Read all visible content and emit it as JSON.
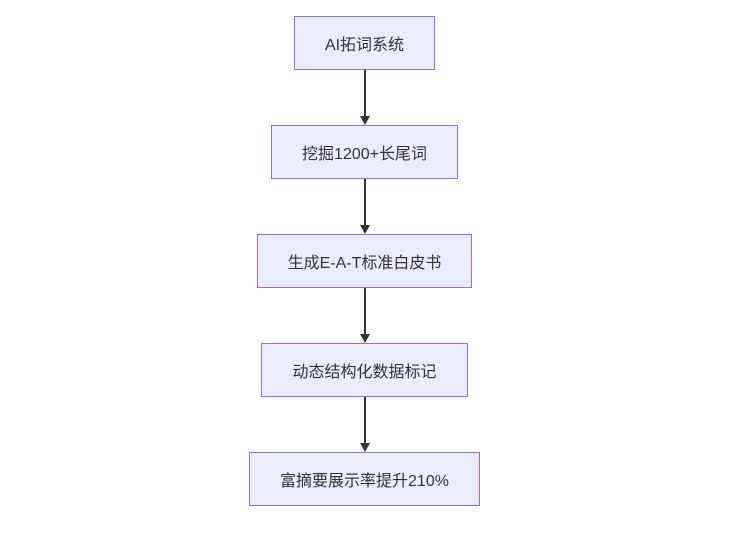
{
  "flowchart": {
    "type": "flowchart",
    "direction": "top-down",
    "nodes": [
      {
        "id": "n1",
        "label": "AI拓词系统"
      },
      {
        "id": "n2",
        "label": "挖掘1200+长尾词"
      },
      {
        "id": "n3",
        "label": "生成E-A-T标准白皮书"
      },
      {
        "id": "n4",
        "label": "动态结构化数据标记"
      },
      {
        "id": "n5",
        "label": "富摘要展示率提升210%"
      }
    ],
    "edges": [
      {
        "from": "n1",
        "to": "n2"
      },
      {
        "from": "n2",
        "to": "n3"
      },
      {
        "from": "n3",
        "to": "n4"
      },
      {
        "from": "n4",
        "to": "n5"
      }
    ],
    "colors": {
      "node_fill": "#ececff",
      "node_border": "#9370db",
      "node_text": "#333333",
      "arrow": "#333333",
      "background": "#ffffff"
    }
  }
}
